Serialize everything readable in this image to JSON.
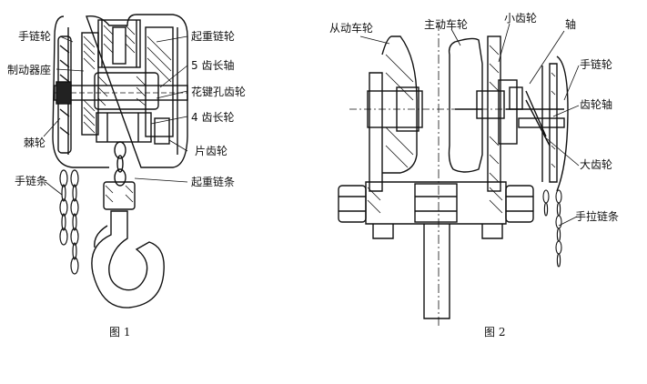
{
  "figure1": {
    "caption": "图 1",
    "labels": {
      "hand_chain_wheel": "手链轮",
      "brake_seat": "制动器座",
      "ratchet_wheel": "棘轮",
      "hand_chain": "手链条",
      "lifting_chain_wheel": "起重链轮",
      "five_tooth_long_shaft": "5 齿长轴",
      "spline_hole_gear": "花键孔齿轮",
      "four_tooth_long_wheel": "4 齿长轮",
      "sheet_gear": "片齿轮",
      "lifting_chain": "起重链条"
    }
  },
  "figure2": {
    "caption": "图 2",
    "labels": {
      "driven_wheel": "从动车轮",
      "driving_wheel": "主动车轮",
      "small_gear": "小齿轮",
      "shaft": "轴",
      "hand_chain_wheel": "手链轮",
      "gear_shaft": "齿轮轴",
      "large_gear": "大齿轮",
      "hand_pull_chain": "手拉链条"
    }
  }
}
